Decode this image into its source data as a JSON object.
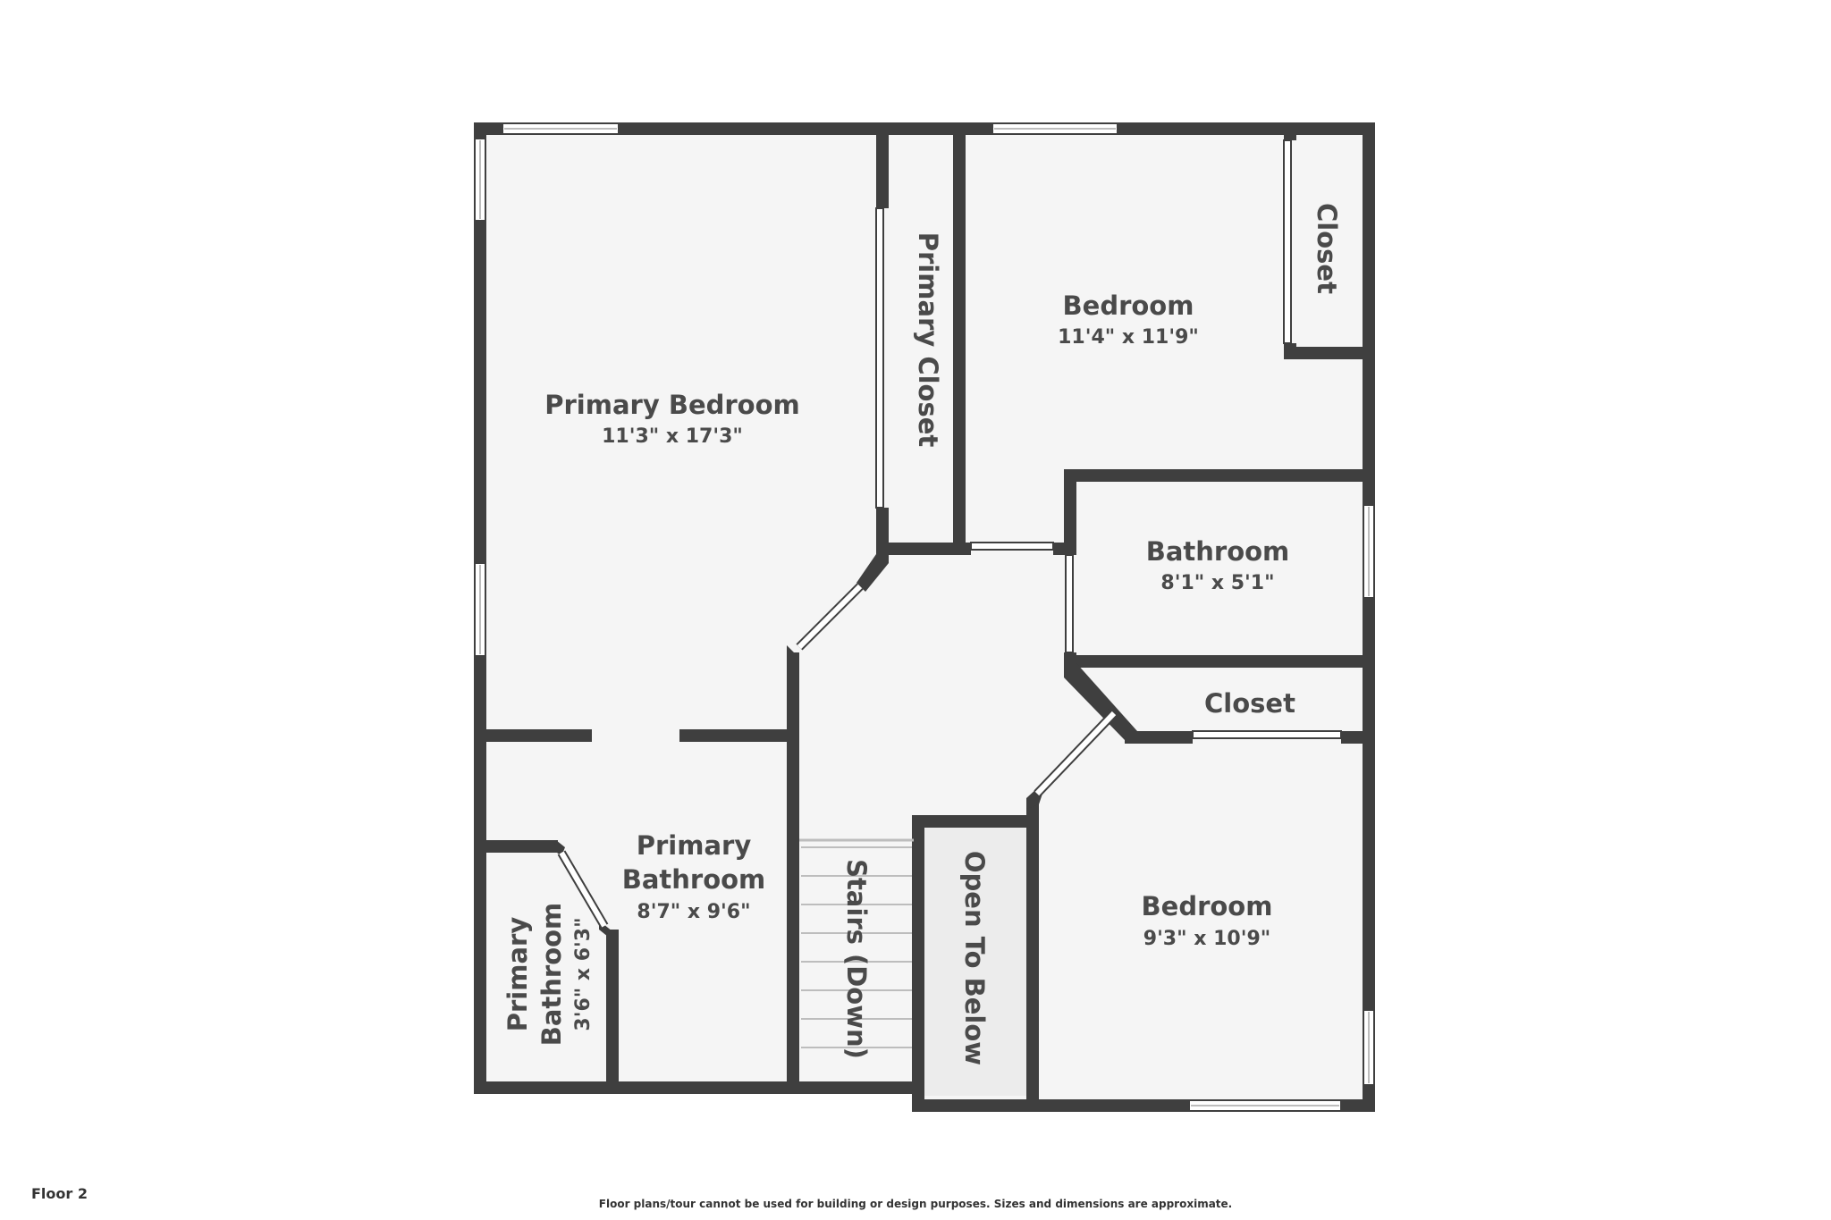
{
  "floor_label": "Floor 2",
  "disclaimer": "Floor plans/tour cannot be used for building or design purposes. Sizes and dimensions are approximate.",
  "rooms": {
    "primary_bedroom": {
      "name": "Primary Bedroom",
      "dims": "11'3\" x 17'3\""
    },
    "primary_closet": {
      "name": "Primary Closet"
    },
    "bedroom_1": {
      "name": "Bedroom",
      "dims": "11'4\" x 11'9\""
    },
    "closet_1": {
      "name": "Closet"
    },
    "bathroom": {
      "name": "Bathroom",
      "dims": "8'1\" x 5'1\""
    },
    "closet_2": {
      "name": "Closet"
    },
    "primary_bathroom": {
      "name_line1": "Primary",
      "name_line2": "Bathroom",
      "dims": "8'7\" x 9'6\""
    },
    "primary_bathroom_small": {
      "name_line1": "Primary",
      "name_line2": "Bathroom",
      "dims": "3'6\" x 6'3\""
    },
    "stairs": {
      "name": "Stairs (Down)"
    },
    "open_to_below": {
      "name": "Open To Below"
    },
    "bedroom_2": {
      "name": "Bedroom",
      "dims": "9'3\" x 10'9\""
    }
  },
  "colors": {
    "wall": "#3f3f3f",
    "floor": "#f5f5f5",
    "open_below": "#ececec",
    "text": "#4a4a4a"
  }
}
